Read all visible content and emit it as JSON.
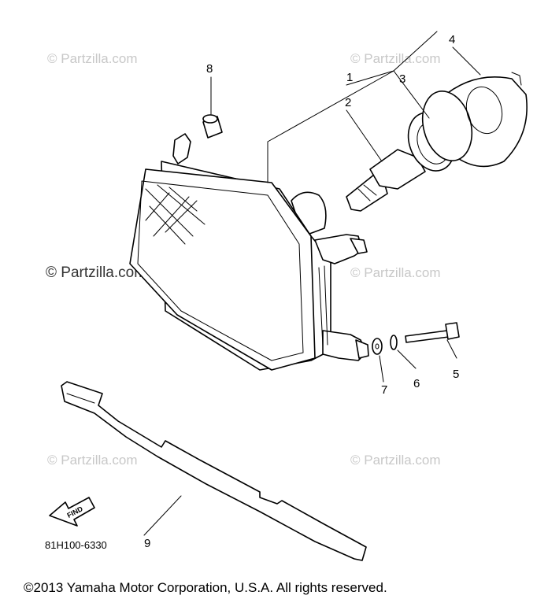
{
  "callouts": [
    {
      "id": "1",
      "label": "1"
    },
    {
      "id": "2",
      "label": "2"
    },
    {
      "id": "3",
      "label": "3"
    },
    {
      "id": "4",
      "label": "4"
    },
    {
      "id": "5",
      "label": "5"
    },
    {
      "id": "6",
      "label": "6"
    },
    {
      "id": "7",
      "label": "7"
    },
    {
      "id": "8",
      "label": "8"
    },
    {
      "id": "9",
      "label": "9"
    }
  ],
  "watermarks": [
    "© Partzilla.com",
    "© Partzilla.com",
    "© Partzilla.com",
    "© Partzilla.com",
    "© Partzilla.com",
    "© Partzilla.com"
  ],
  "find_label": "FIND",
  "part_number": "81H100-6330",
  "copyright": "©2013  Yamaha Motor Corporation, U.S.A. All rights reserved."
}
